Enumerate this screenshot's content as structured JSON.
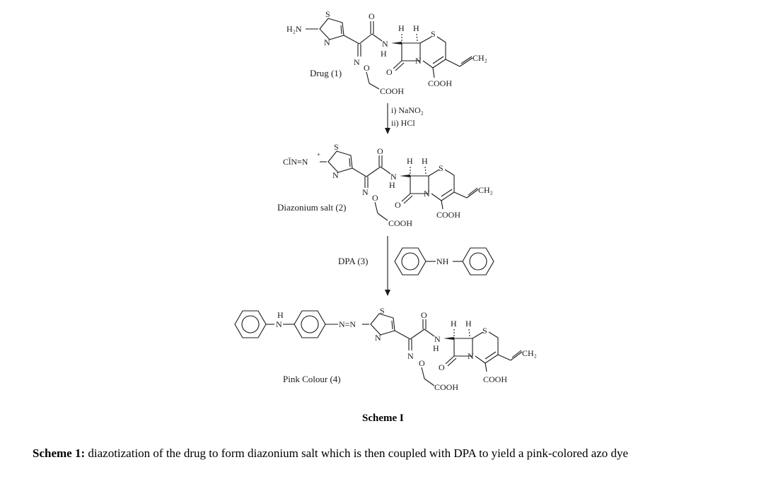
{
  "structures": {
    "drug": {
      "name": "Drug (1)",
      "amine": "H₂N",
      "ring_s": "S",
      "ring_n": "N",
      "carbonyl_o": "O",
      "amide_n": "N",
      "amide_h": "H",
      "stereo_h1": "H",
      "stereo_h2": "H",
      "thia_s": "S",
      "lactam_n": "N",
      "lactam_o": "O",
      "oxime_n": "N",
      "oxime_o": "O",
      "vinyl": "CH₂",
      "cooh_ring": "COOH",
      "cooh_chain": "COOH"
    },
    "salt": {
      "name": "Diazonium salt (2)",
      "counter": "Cl̄N≡N",
      "plus": "+",
      "ring_s": "S",
      "ring_n": "N",
      "carbonyl_o": "O",
      "amide_n": "N",
      "amide_h": "H",
      "stereo_h1": "H",
      "stereo_h2": "H",
      "thia_s": "S",
      "lactam_n": "N",
      "lactam_o": "O",
      "oxime_n": "N",
      "oxime_o": "O",
      "vinyl": "CH₂",
      "cooh_ring": "COOH",
      "cooh_chain": "COOH"
    },
    "dye": {
      "name": "Pink Colour (4)",
      "nh_h": "H",
      "nh_n": "N",
      "azo": "N=N",
      "ring_s": "S",
      "ring_n": "N",
      "carbonyl_o": "O",
      "amide_n": "N",
      "amide_h": "H",
      "stereo_h1": "H",
      "stereo_h2": "H",
      "thia_s": "S",
      "lactam_n": "N",
      "lactam_o": "O",
      "oxime_n": "N",
      "oxime_o": "O",
      "vinyl": "CH₂",
      "cooh_ring": "COOH",
      "cooh_chain": "COOH"
    }
  },
  "reagents": {
    "step1_i": "i) NaNO₂",
    "step1_ii": "ii) HCl",
    "step2": "DPA (3)",
    "dpa_nh": "NH"
  },
  "scheme_label": "Scheme I",
  "caption": {
    "prefix": "Scheme 1:",
    "text": " diazotization of the drug to form diazonium salt which is then coupled with DPA to yield a pink-colored azo dye"
  }
}
